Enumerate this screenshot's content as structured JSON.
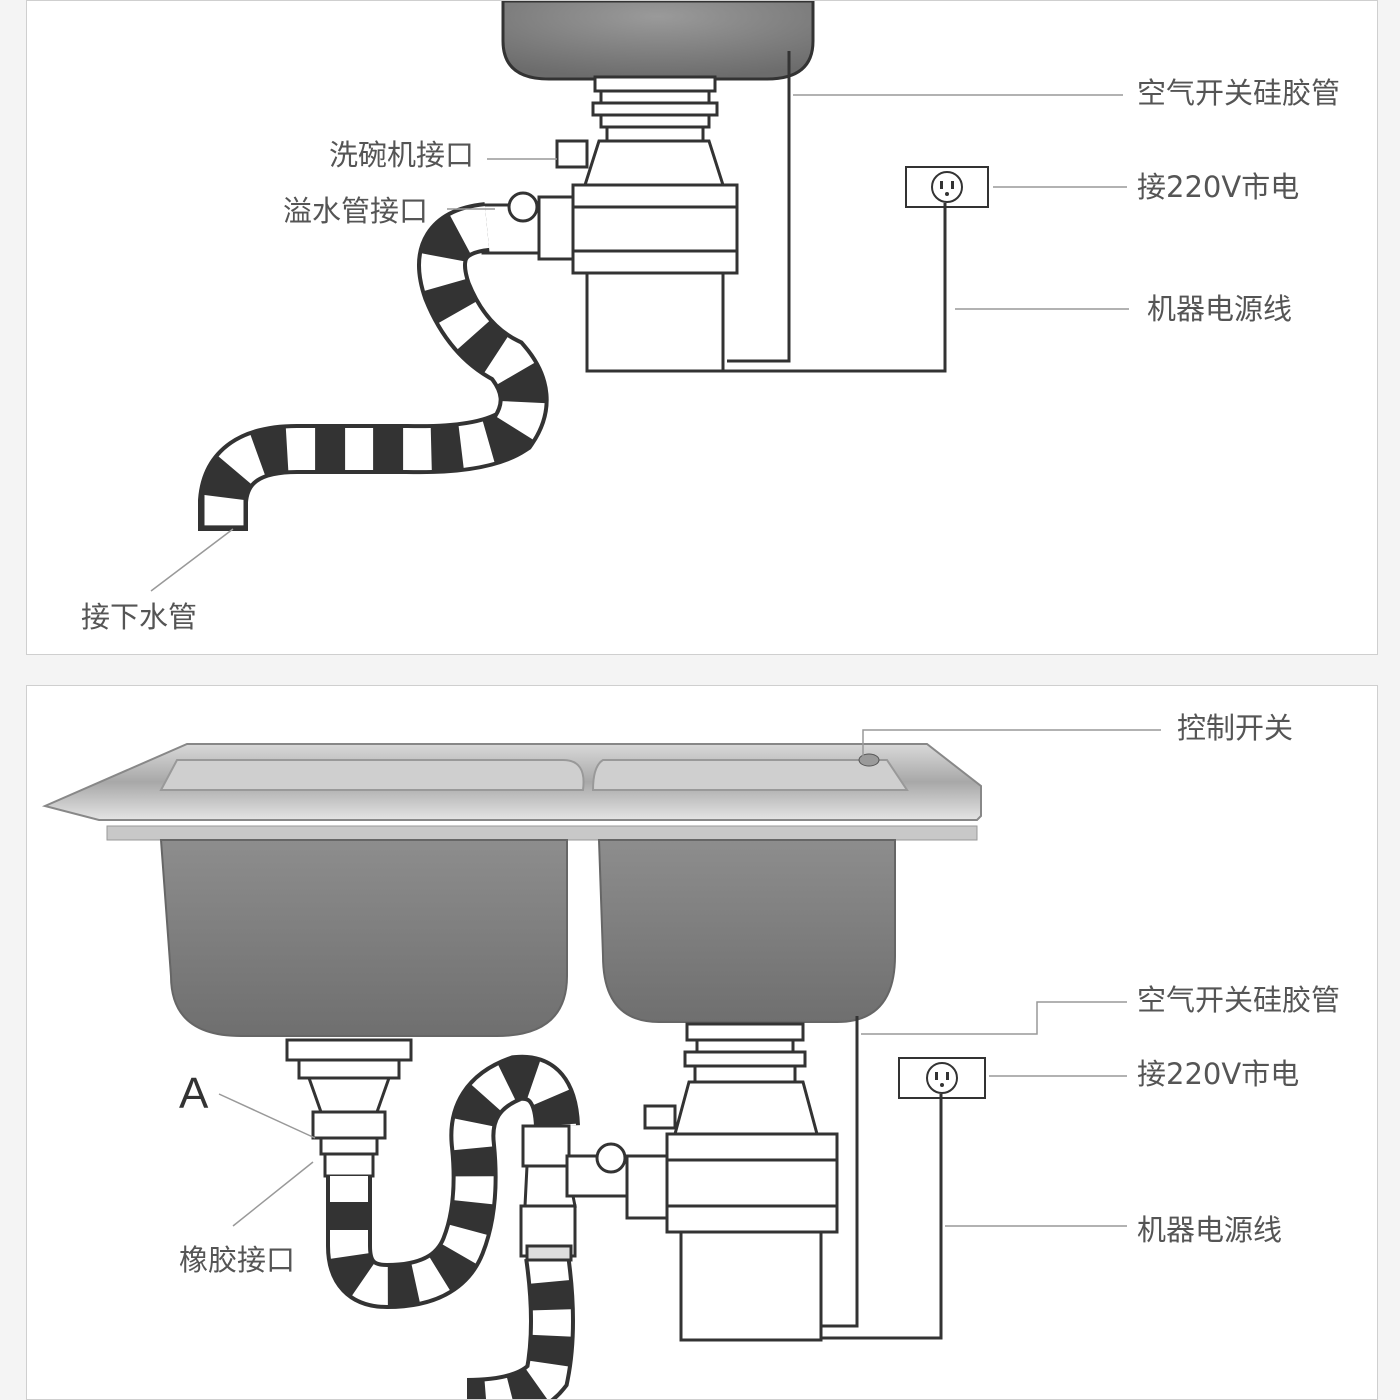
{
  "top_panel": {
    "labels": {
      "air_switch_hose": "空气开关硅胶管",
      "dishwasher_port": "洗碗机接口",
      "overflow_port": "溢水管接口",
      "mains_220v": "接220V市电",
      "power_cord": "机器电源线",
      "drain_pipe": "接下水管"
    }
  },
  "bottom_panel": {
    "labels": {
      "control_switch": "控制开关",
      "air_switch_hose": "空气开关硅胶管",
      "mains_220v": "接220V市电",
      "letter_a": "A",
      "power_cord": "机器电源线",
      "rubber_joint": "橡胶接口"
    }
  },
  "colors": {
    "bowl": "#7e7e7e",
    "line": "#333333",
    "leader": "#999999",
    "hose_dark": "#2b2b2b",
    "hose_light": "#ffffff",
    "steel": "#bdbdbd"
  }
}
